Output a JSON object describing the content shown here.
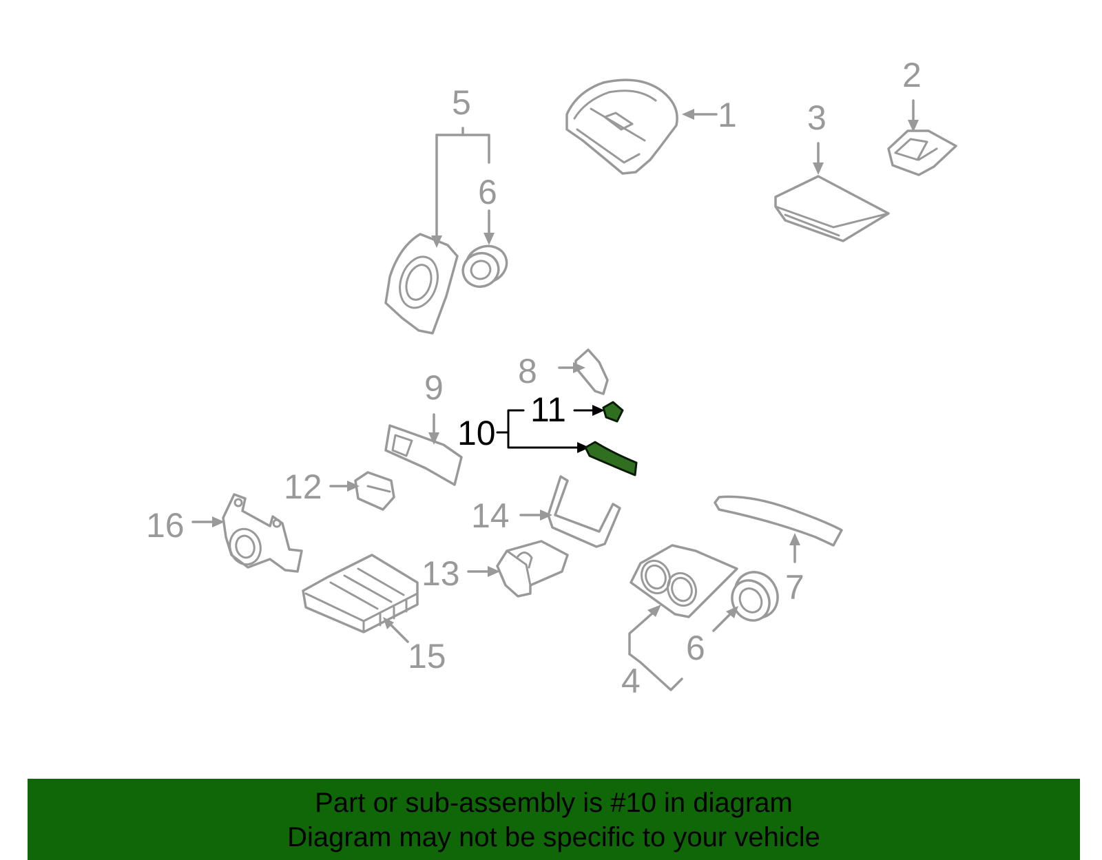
{
  "diagram": {
    "highlighted_part": "10",
    "callouts": [
      "1",
      "2",
      "3",
      "4",
      "5",
      "6",
      "6",
      "7",
      "8",
      "9",
      "10",
      "11",
      "12",
      "13",
      "14",
      "15",
      "16"
    ]
  },
  "banner": {
    "line1": "Part or sub-assembly is #10 in diagram",
    "line2": "Diagram may not be specific to your vehicle",
    "background": "#0f6707",
    "text_color": "#000000"
  },
  "colors": {
    "linework": "#999999",
    "highlight_fill": "#2f6f1f",
    "highlight_callout": "#000000"
  }
}
